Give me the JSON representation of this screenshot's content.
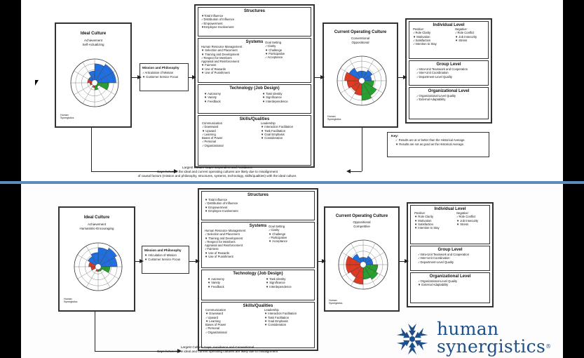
{
  "top": {
    "ideal": {
      "title": "Ideal Culture",
      "sub1": "Achievement",
      "sub2": "Self-Actualizing"
    },
    "mission": {
      "title": "Mission and Philosophy",
      "items": [
        "✓Articulation of Mission",
        "▼ Customer Service Focus"
      ]
    },
    "structures": {
      "title": "Structures",
      "items": [
        "▼Total Influence",
        "✓Distribution of Influence",
        "✓Empowerment",
        "▼Employee Involvement"
      ]
    },
    "systems": {
      "title": "Systems",
      "left": [
        "Human Resource Management",
        "▼ Selection and Placement",
        "▼ Training and Development",
        "✓Respect for Members",
        "Appraisal and Reinforcement",
        "▼ Fairness",
        "▼ Use of Rewards",
        "▼ Use of Punishment"
      ],
      "right": [
        "Goal Setting",
        "✓Clarity",
        "▼ Challenge",
        "▼ Participative",
        "✓Acceptance"
      ]
    },
    "technology": {
      "title": "Technology (Job Design)",
      "left": [
        "▼ Autonomy",
        "▼ Variety",
        "▼ Feedback"
      ],
      "right": [
        "▼ Task Identity",
        "▼ Significance",
        "▼ Interdependence"
      ]
    },
    "skills": {
      "title": "Skills/Qualities",
      "left": [
        "Communication",
        "✓Downward",
        "▼ Upward",
        "✓Learning",
        "Bases of Power",
        "✓Personal",
        "✓Organizational"
      ],
      "right": [
        "Leadership",
        "▼ Interaction Facilitation",
        "▼ Task Facilitation",
        "▼ Goal Emphasis",
        "▼ Consideration"
      ]
    },
    "current": {
      "title": "Current Operating Culture",
      "sub1": "Conventional",
      "sub2": "Oppositional"
    },
    "individual": {
      "title": "Individual Level",
      "pos_label": "Positive:",
      "neg_label": "Negative:",
      "pos": [
        "✓Role Clarity",
        "▼ Motivation",
        "✓Satisfaction",
        "✓Intention to Stay"
      ],
      "neg": [
        "✓Role Conflict",
        "▼ Job Insecurity",
        "▼ Stress"
      ]
    },
    "group": {
      "title": "Group Level",
      "items": [
        "✓Intra-Unit Teamwork and Cooperation",
        "✓Inter-Unit Coordination",
        "✓Department-Level Quality"
      ]
    },
    "org": {
      "title": "Organizational Level",
      "items": [
        "✓Organizational-Level Quality",
        "✓External Adaptability"
      ]
    },
    "key": {
      "title": "Key:",
      "items": [
        "✓ Results are at or better than the Historical Average.",
        "▼ Results are not as good as the Historical Average."
      ]
    },
    "caption": [
      "Largest Culture Gaps: Dependent and Avoidance",
      "Gaps between the ideal and current operating cultures are likely due to misalignment",
      "of causal factors (mission and philosophy, structures, systems, technology, skills/qualities) with the ideal culture."
    ],
    "brand": [
      "Human",
      "Synergistics"
    ]
  },
  "bottom": {
    "ideal": {
      "title": "Ideal Culture",
      "sub1": "Achievement",
      "sub2": "Humanistic-Encouraging"
    },
    "mission": {
      "title": "Mission and Philosophy",
      "items": [
        "▼ Articulation of Mission",
        "▼ Customer Service Focus"
      ]
    },
    "structures": {
      "title": "Structures",
      "items": [
        "▼ Total Influence",
        "✓Distribution of Influence",
        "▼ Empowerment",
        "▼ Employee Involvement"
      ]
    },
    "systems": {
      "title": "Systems",
      "left": [
        "Human Resource Management",
        "✓Selection and Placement",
        "▼ Training and Development",
        "✓Respect for Members",
        "Appraisal and Reinforcement",
        "✓Fairness",
        "▼ Use of Rewards",
        "▼ Use of Punishment"
      ],
      "right": [
        "Goal Setting",
        "✓Clarity",
        "▼ Challenge",
        "✓Participative",
        "▼ Acceptance"
      ]
    },
    "technology": {
      "title": "Technology (Job Design)",
      "left": [
        "▼ Autonomy",
        "▼ Variety",
        "▼ Feedback"
      ],
      "right": [
        "▼ Task Identity",
        "▼ Significance",
        "▼ Interdependence"
      ]
    },
    "skills": {
      "title": "Skills/Qualities",
      "left": [
        "Communication",
        "▼ Downward",
        "✓Upward",
        "▼ Learning",
        "Bases of Power",
        "✓Personal",
        "✓Organizational"
      ],
      "right": [
        "Leadership",
        "▼ Interaction Facilitation",
        "▼ Task Facilitation",
        "▼ Goal Emphasis",
        "▼ Consideration"
      ]
    },
    "current": {
      "title": "Current Operating Culture",
      "sub1": "Oppositional",
      "sub2": "Competitive"
    },
    "individual": {
      "title": "Individual Level",
      "pos_label": "Positive:",
      "neg_label": "Negative:",
      "pos": [
        "▼ Role Clarity",
        "▼ Motivation",
        "▼ Satisfaction",
        "▼ Intention to Stay"
      ],
      "neg": [
        "✓Role Conflict",
        "▼ Job Insecurity",
        "▼ Stress"
      ]
    },
    "group": {
      "title": "Group Level",
      "items": [
        "✓Intra-Unit Teamwork and Cooperation",
        "✓Inter-Unit Coordination",
        "✓Department-Level Quality"
      ]
    },
    "org": {
      "title": "Organizational Level",
      "items": [
        "✓Organizational-Level Quality",
        "▼ External Adaptability"
      ]
    },
    "caption": [
      "Largest Culture Gaps: Avoidance and Conventional",
      "Gaps between the ideal and current operating cultures are likely due to misalignment"
    ],
    "brand": [
      "Human",
      "Synergistics"
    ]
  },
  "logo": {
    "line1": "human",
    "line2": "synergistics",
    "registered": "®"
  },
  "colors": {
    "blue": "#1f6fe0",
    "red": "#e03a22",
    "green": "#27a030",
    "separator": "#5a8cc0",
    "logo": "#1d4f8a"
  },
  "chart_data": [
    {
      "type": "circumplex",
      "title": "Ideal Culture (top)",
      "sectors": 12,
      "values": [
        8,
        9,
        9,
        6,
        2,
        3,
        2,
        1,
        2,
        3,
        3,
        5
      ],
      "colors": [
        "blue",
        "blue",
        "blue",
        "green",
        "green",
        "green",
        "red",
        "red",
        "red",
        "red",
        "blue",
        "blue"
      ]
    },
    {
      "type": "circumplex",
      "title": "Current Operating Culture (top)",
      "sectors": 12,
      "values": [
        4,
        5,
        4,
        5,
        7,
        8,
        6,
        5,
        6,
        7,
        6,
        4
      ],
      "colors": [
        "blue",
        "blue",
        "blue",
        "green",
        "green",
        "green",
        "red",
        "red",
        "red",
        "red",
        "blue",
        "blue"
      ]
    },
    {
      "type": "circumplex",
      "title": "Ideal Culture (bottom)",
      "sectors": 12,
      "values": [
        8,
        9,
        8,
        5,
        2,
        2,
        2,
        1,
        3,
        4,
        5,
        6
      ],
      "colors": [
        "blue",
        "blue",
        "blue",
        "green",
        "green",
        "green",
        "red",
        "red",
        "red",
        "red",
        "blue",
        "blue"
      ]
    },
    {
      "type": "circumplex",
      "title": "Current Operating Culture (bottom)",
      "sectors": 12,
      "values": [
        3,
        4,
        4,
        6,
        7,
        6,
        8,
        6,
        7,
        7,
        5,
        3
      ],
      "colors": [
        "blue",
        "blue",
        "blue",
        "green",
        "green",
        "green",
        "red",
        "red",
        "red",
        "red",
        "blue",
        "blue"
      ]
    }
  ]
}
